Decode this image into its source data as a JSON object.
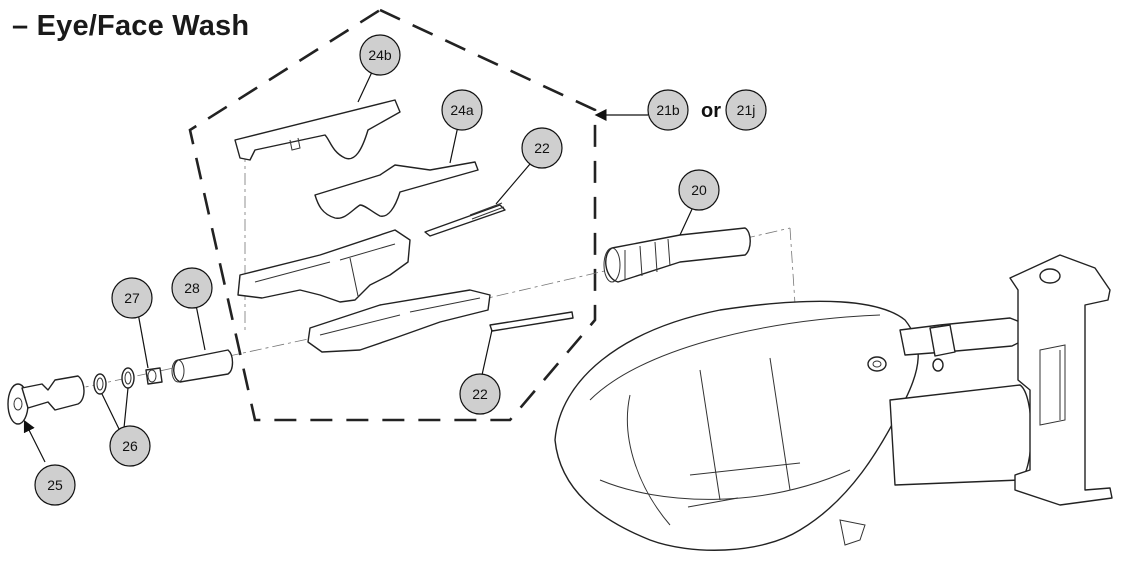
{
  "diagram": {
    "title": "– Eye/Face Wash",
    "or_text": "or",
    "callouts": {
      "c24b": "24b",
      "c24a": "24a",
      "c22_top": "22",
      "c21b": "21b",
      "c21j": "21j",
      "c20": "20",
      "c27": "27",
      "c28": "28",
      "c22_bottom": "22",
      "c26": "26",
      "c25": "25"
    }
  }
}
